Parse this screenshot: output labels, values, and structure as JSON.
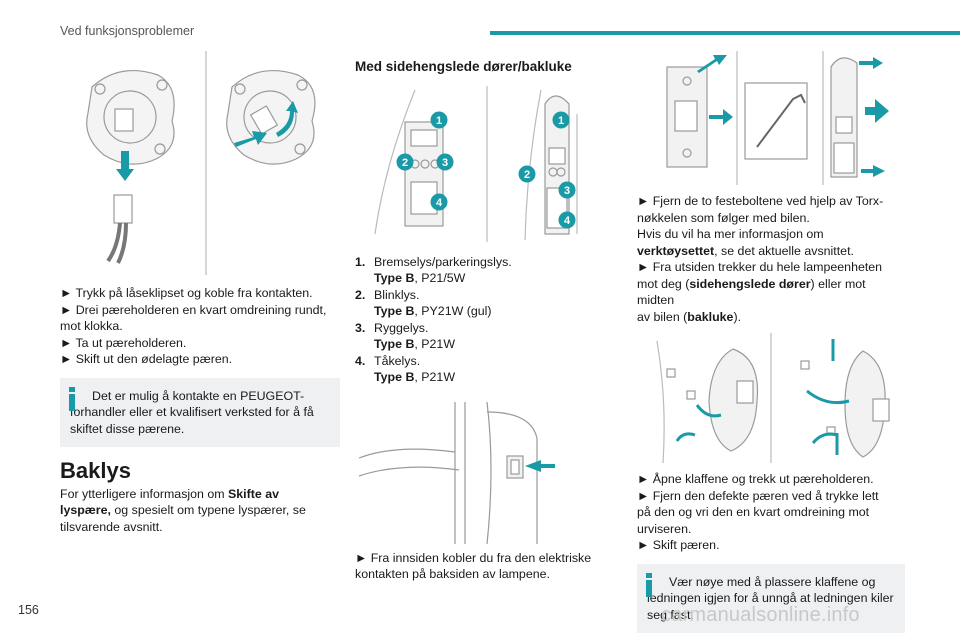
{
  "header": {
    "title": "Ved funksjonsproblemer",
    "accent": "#1a9aa6"
  },
  "page_number": "156",
  "watermark": "carmanualsonline.info",
  "colors": {
    "callout": "#1a9aa6",
    "arrow": "#1a9aa6",
    "info_bg": "#eef0f1"
  },
  "col1": {
    "steps": [
      "► Trykk på låseklipset og koble fra kontakten.",
      "► Drei pæreholderen en kvart omdreining rundt,",
      "mot klokka.",
      "► Ta ut pæreholderen.",
      "► Skift ut den ødelagte pæren."
    ],
    "info": "Det er mulig å kontakte en PEUGEOT-forhandler eller et kvalifisert verksted for å få skiftet disse pærene.",
    "section_title": "Baklys",
    "intro_1": "For ytterligere informasjon om ",
    "intro_bold_1": "Skifte av",
    "intro_bold_2": "lyspære,",
    "intro_2": " og spesielt om typene lyspærer, se",
    "intro_3": "tilsvarende avsnitt."
  },
  "col2": {
    "subsection_title": "Med sidehengslede dører/bakluke",
    "callouts": [
      "1",
      "2",
      "3",
      "4"
    ],
    "bulbs": [
      {
        "num": "1.",
        "name": "Bremselys/parkeringslys.",
        "type_label": "Type B",
        "type_value": ", P21/5W"
      },
      {
        "num": "2.",
        "name": "Blinklys.",
        "type_label": "Type B",
        "type_value": ", PY21W (gul)"
      },
      {
        "num": "3.",
        "name": "Ryggelys.",
        "type_label": "Type B",
        "type_value": ", P21W"
      },
      {
        "num": "4.",
        "name": "Tåkelys.",
        "type_label": "Type B",
        "type_value": ", P21W"
      }
    ],
    "step_1": "► Fra innsiden kobler du fra den elektriske",
    "step_2": "kontakten på baksiden av lampene."
  },
  "col3": {
    "s1": "► Fjern de to festeboltene ved hjelp av Torx-",
    "s2": "nøkkelen som følger med bilen.",
    "s3": "Hvis du vil ha mer informasjon om",
    "s4_bold": "verktøysettet",
    "s4_rest": ", se det aktuelle avsnittet.",
    "s5": "► Fra utsiden trekker du hele lampeenheten",
    "s6_a": "mot deg (",
    "s6_bold": "sidehengslede dører",
    "s6_b": ") eller mot midten",
    "s7_a": "av bilen (",
    "s7_bold": "bakluke",
    "s7_b": ").",
    "steps2": [
      "► Åpne klaffene og trekk ut pæreholderen.",
      "► Fjern den defekte pæren ved å trykke lett",
      "på den og vri den en kvart omdreining mot",
      "urviseren.",
      "► Skift pæren."
    ],
    "info": "Vær nøye med å plassere klaffene og ledningen igjen for å unngå at ledningen kiler seg fast."
  }
}
